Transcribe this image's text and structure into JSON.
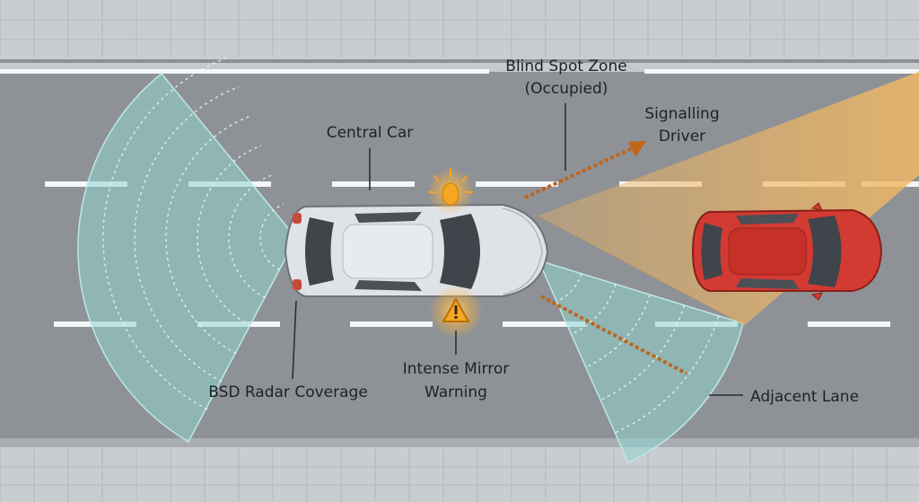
{
  "labels": {
    "blind_spot_line1": "Blind Spot Zone",
    "blind_spot_line2": "(Occupied)",
    "signalling_line1": "Signalling",
    "signalling_line2": "Driver",
    "central_car": "Central Car",
    "mirror_line1": "Intense Mirror",
    "mirror_line2": "Warning",
    "bsd_radar": "BSD Radar Coverage",
    "adjacent_lane": "Adjacent Lane"
  },
  "icons": {
    "warning": "warning-triangle-icon",
    "blinker": "turn-signal-icon"
  },
  "colors": {
    "road": "#8e9296",
    "sidewalk": "#c9cdd1",
    "radar_teal": "#8fd3cf",
    "blind_spot_orange": "#f0b866",
    "signal_car_red": "#d23a32",
    "central_car_body": "#dfe3e7",
    "warning_amber": "#f5a623",
    "lane_marking": "#f4f6f8"
  }
}
